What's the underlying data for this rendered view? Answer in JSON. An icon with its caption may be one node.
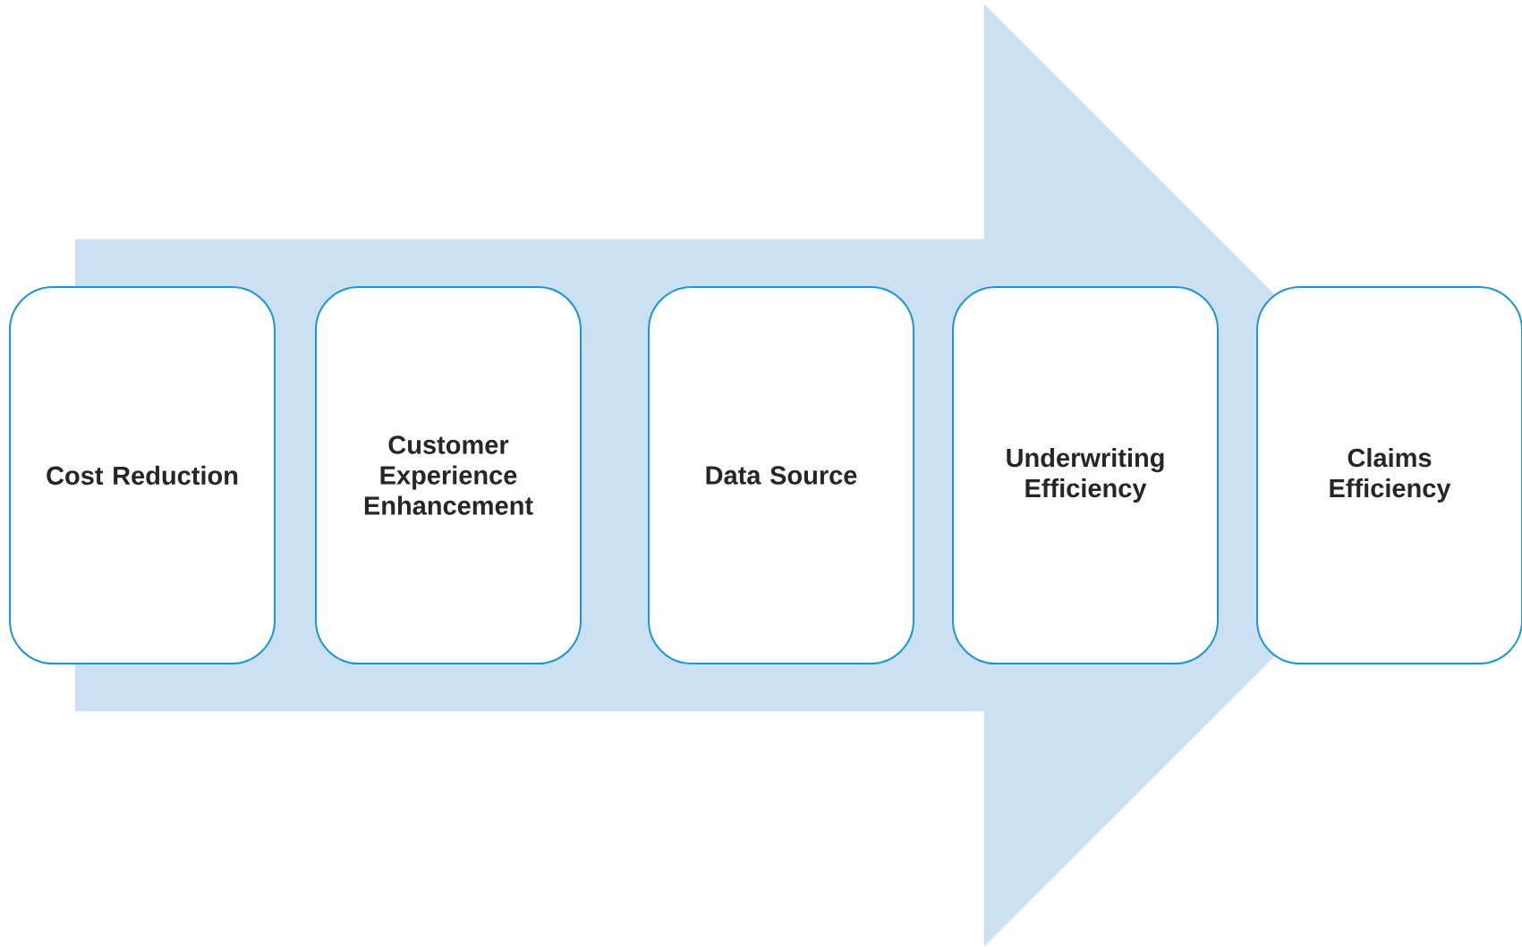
{
  "diagram": {
    "nodes": [
      {
        "text": [
          "Cost Reduction"
        ]
      },
      {
        "text": [
          "Customer Experience Enhancement"
        ]
      },
      {
        "text": [
          "Data Source"
        ]
      },
      {
        "text": [
          "Underwriting Efficiency"
        ]
      },
      {
        "text": [
          "Claims Efficiency"
        ]
      }
    ],
    "edges": [
      {
        "from": 0,
        "to": 4,
        "arrow": "to"
      }
    ]
  }
}
